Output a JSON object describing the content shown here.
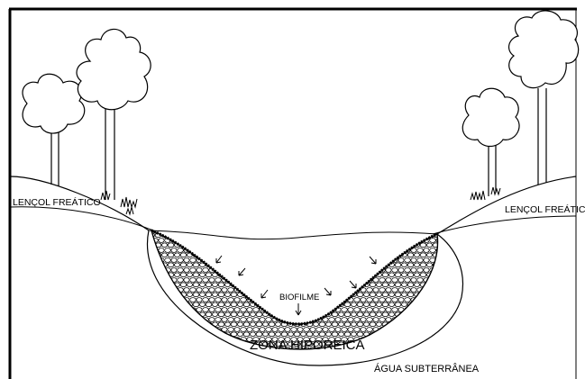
{
  "labels": {
    "water_table_left": "LENÇOL FREÁTICO",
    "water_table_right": "LENÇOL FREÁTICO",
    "biofilm": "BIOFILME",
    "hyporheic_zone": "ZONA HIPOREICA",
    "groundwater": "ÁGUA SUBTERRÂNEA"
  },
  "colors": {
    "line": "#000000",
    "background": "#ffffff"
  }
}
